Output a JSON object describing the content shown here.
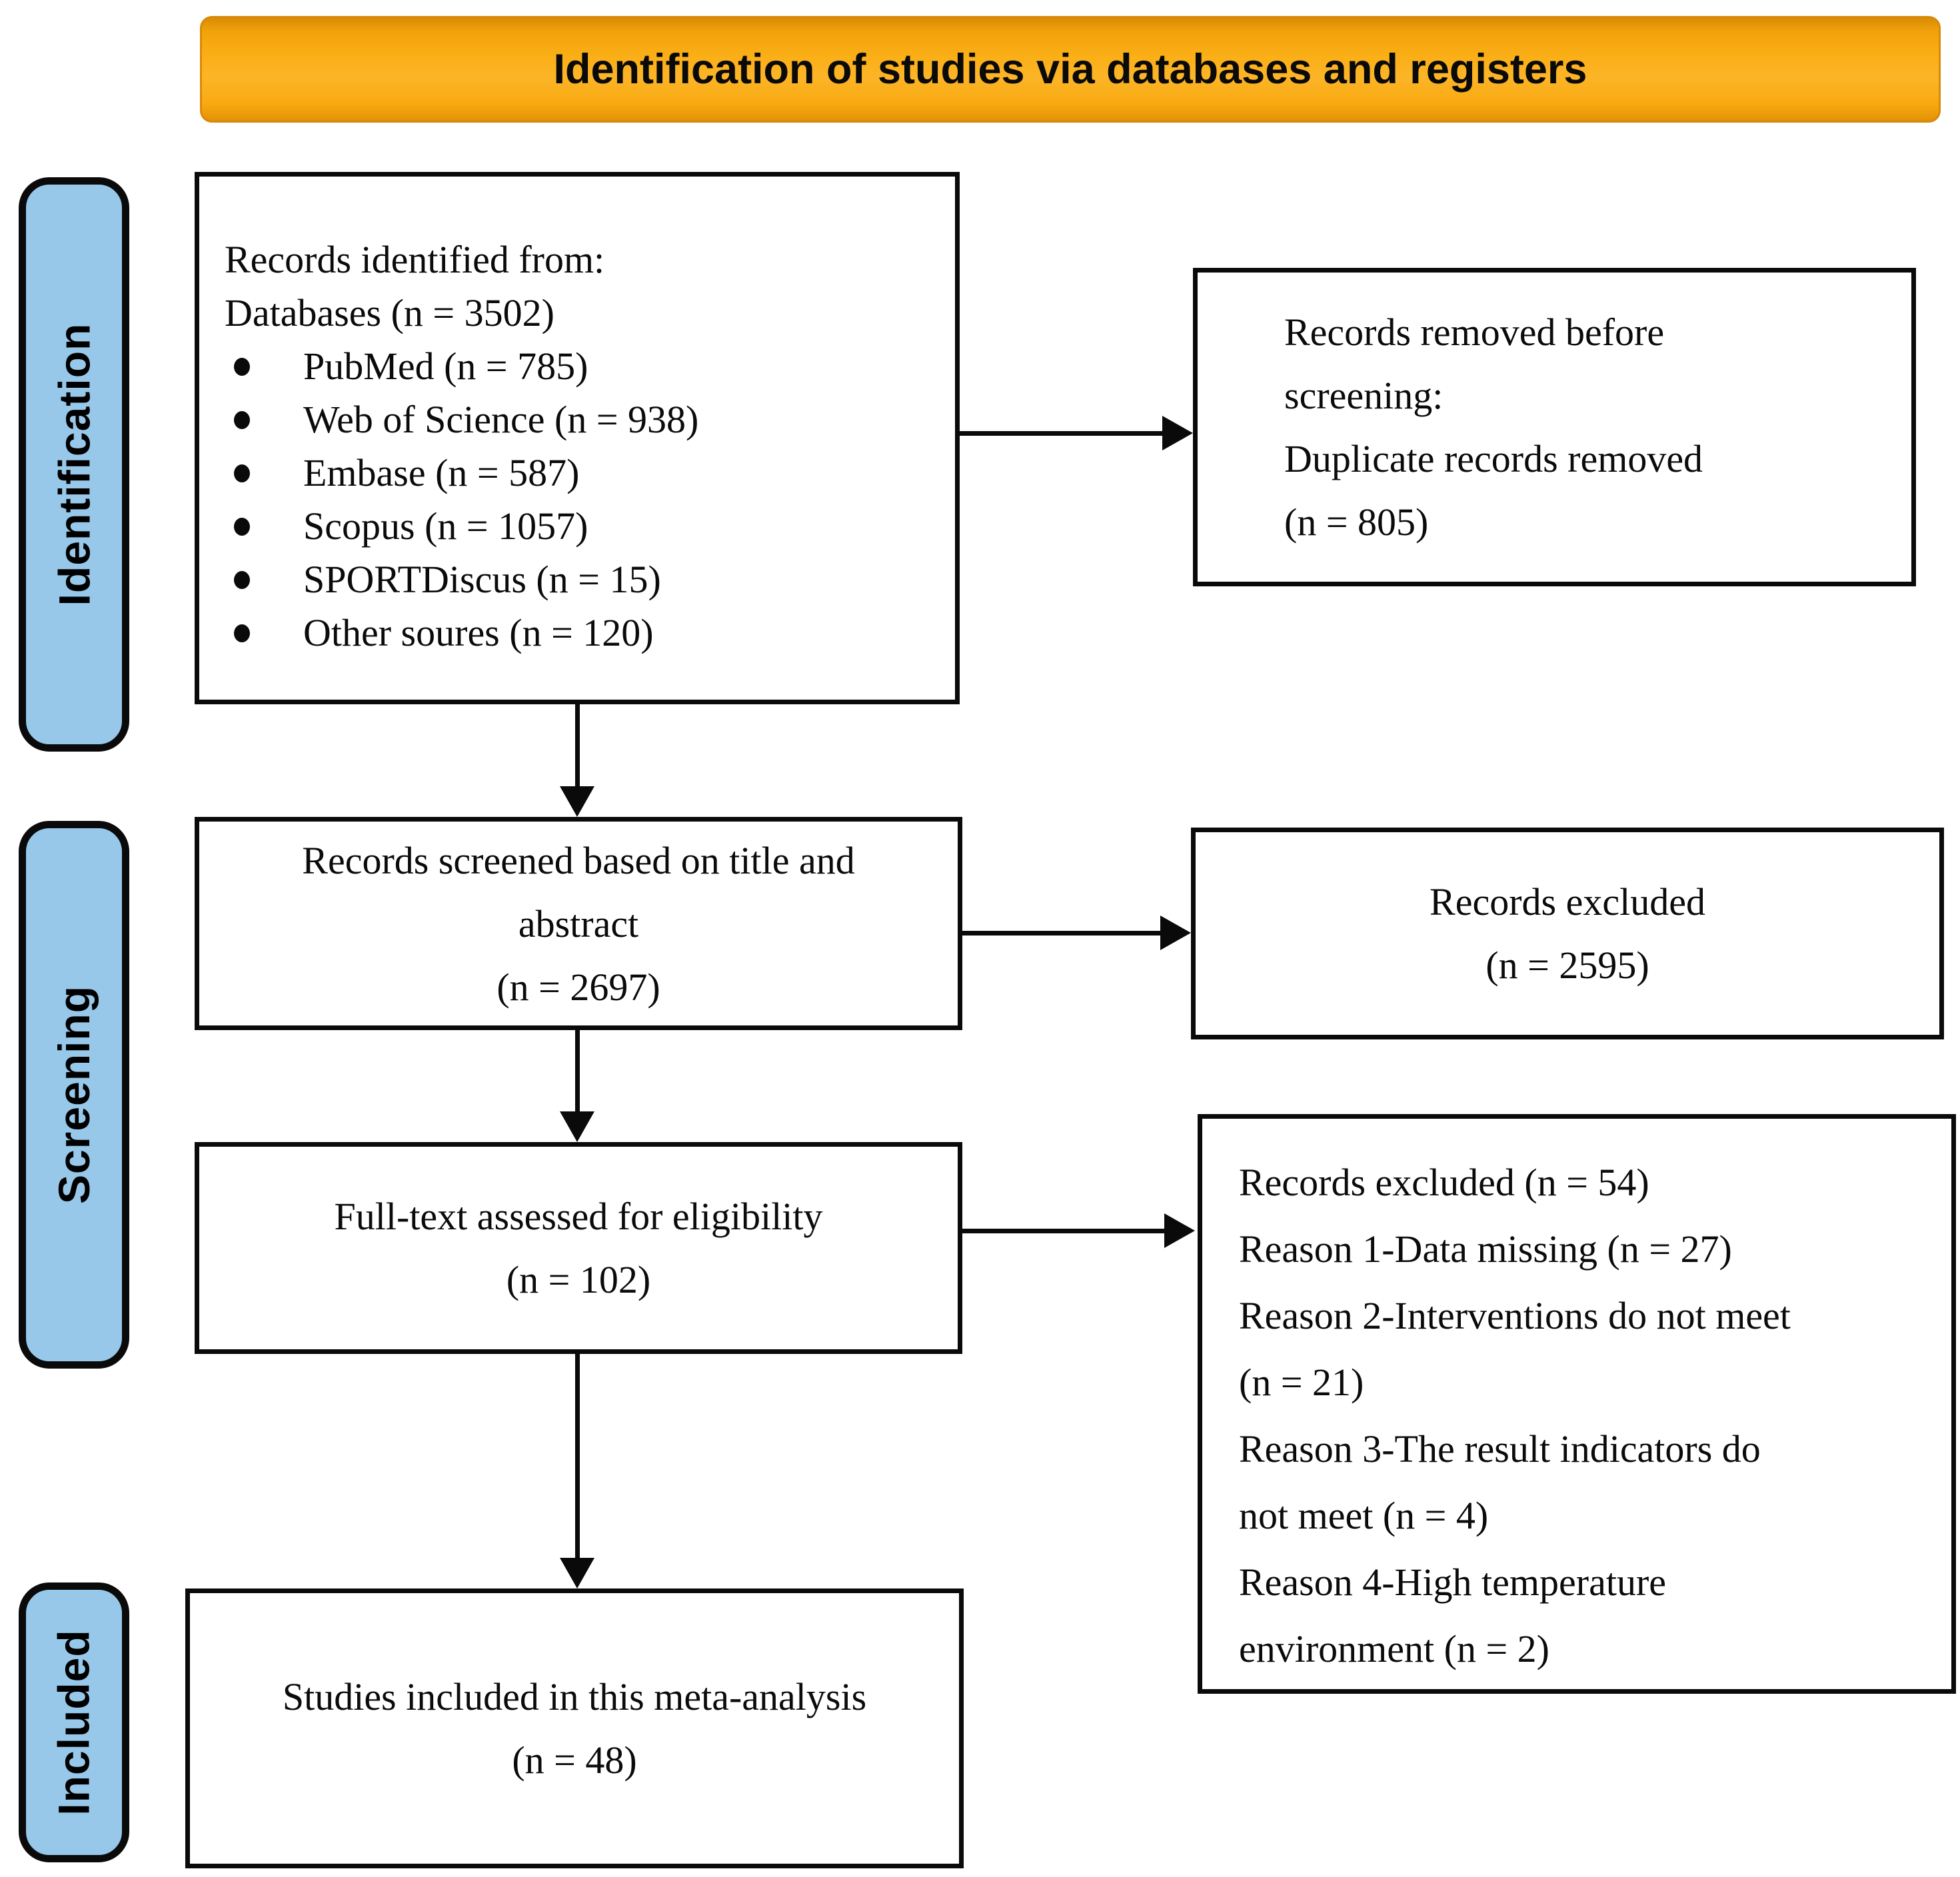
{
  "header": {
    "title": "Identification of studies via databases and registers"
  },
  "stages": {
    "identification": "Identification",
    "screening": "Screening",
    "included": "Included"
  },
  "colors": {
    "banner_orange": "#fbaf17",
    "stage_blue": "#97c8ea",
    "line_black": "#0a0a0a",
    "box_background": "#ffffff"
  },
  "boxes": {
    "identified": {
      "line1": "Records identified from:",
      "line2": "Databases (n = 3502)",
      "bullets": [
        "PubMed (n = 785)",
        "Web of Science (n = 938)",
        "Embase (n = 587)",
        "Scopus (n = 1057)",
        "SPORTDiscus (n = 15)",
        "Other soures (n = 120)"
      ]
    },
    "removed": {
      "lines": [
        "Records removed before",
        "screening:",
        "Duplicate records removed",
        "(n = 805)"
      ]
    },
    "screened": {
      "lines": [
        "Records screened based on title and",
        "abstract",
        "(n = 2697)"
      ]
    },
    "excluded": {
      "lines": [
        "Records excluded",
        "(n = 2595)"
      ]
    },
    "fulltext": {
      "lines": [
        "Full-text assessed for eligibility",
        "(n = 102)"
      ]
    },
    "reasons": {
      "lines": [
        "Records excluded (n = 54)",
        "Reason 1-Data missing (n = 27)",
        "Reason 2-Interventions do not meet",
        "(n = 21)",
        "Reason 3-The result indicators do",
        "not meet (n = 4)",
        "Reason 4-High temperature",
        "environment (n = 2)"
      ]
    },
    "included": {
      "lines": [
        "Studies included in this meta-analysis",
        "(n = 48)"
      ]
    }
  }
}
